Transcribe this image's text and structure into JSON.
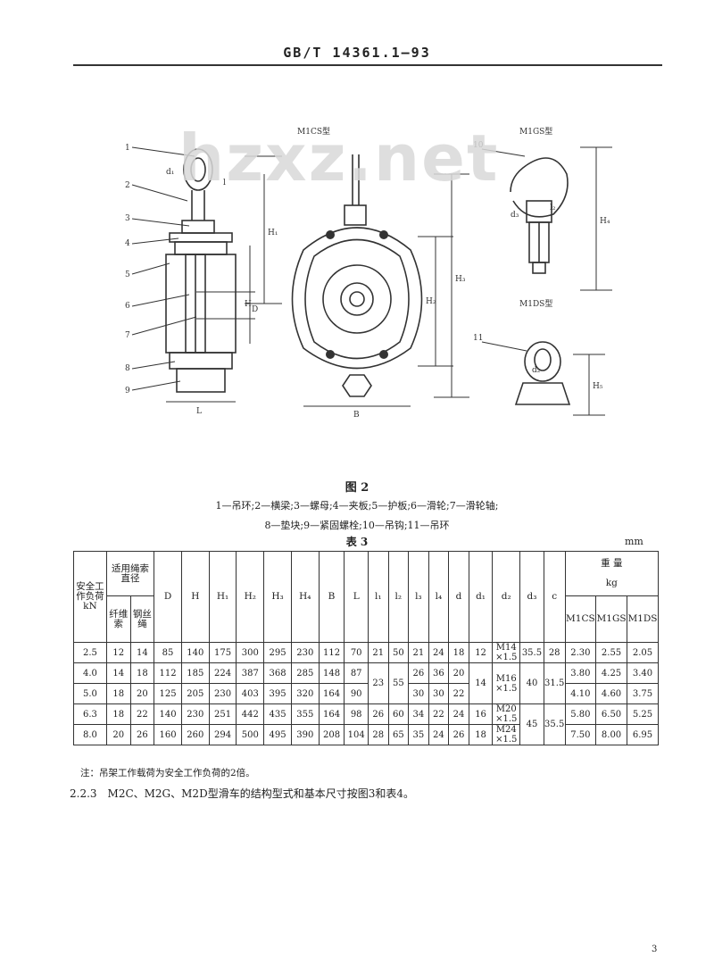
{
  "header": {
    "code": "GB/T 14361.1—93"
  },
  "watermark": "hzxz.net",
  "figure": {
    "labels": {
      "m1cs": "M1CS型",
      "m1gs": "M1GS型",
      "m1ds": "M1DS型",
      "parts": [
        "1",
        "2",
        "3",
        "4",
        "5",
        "6",
        "7",
        "8",
        "9",
        "10",
        "11"
      ],
      "dims": {
        "d1": "d₁",
        "l1": "l",
        "h1": "H₁",
        "h": "H",
        "d": "D",
        "l": "L",
        "b": "B",
        "h2": "H₂",
        "h3": "H₃",
        "d3": "d₃",
        "l2": "l₂",
        "d2": "d₂",
        "h4": "H₄",
        "h5": "H₅"
      }
    },
    "title": "图 2",
    "legend_line1": "1—吊环;2—横梁;3—螺母;4—夹板;5—护板;6—滑轮;7—滑轮轴;",
    "legend_line2": "8—垫块;9—紧固螺栓;10—吊钩;11—吊环"
  },
  "table": {
    "title": "表 3",
    "unit": "mm",
    "head": {
      "load": "安全工作负荷 kN",
      "rope": "适用绳索直径",
      "fiber": "纤维索",
      "wire": "钢丝绳",
      "cols": [
        "D",
        "H",
        "H₁",
        "H₂",
        "H₃",
        "H₄",
        "B",
        "L",
        "l₁",
        "l₂",
        "l₃",
        "l₄",
        "d",
        "d₁",
        "d₂",
        "d₃",
        "c"
      ],
      "weight": "重 量",
      "weight_unit": "kg",
      "weight_cols": [
        "M1CS",
        "M1GS",
        "M1DS"
      ]
    },
    "rows": [
      {
        "load": "2.5",
        "fiber": "12",
        "wire": "14",
        "D": "85",
        "H": "140",
        "H1": "175",
        "H2": "300",
        "H3": "295",
        "H4": "230",
        "B": "112",
        "L": "70",
        "l1": "21",
        "l2": "50",
        "l3": "21",
        "l4": "24",
        "d": "18",
        "d1": "12",
        "d2": "M14 ×1.5",
        "d3": "35.5",
        "c": "28",
        "w1": "2.30",
        "w2": "2.55",
        "w3": "2.05"
      },
      {
        "load": "4.0",
        "fiber": "14",
        "wire": "18",
        "D": "112",
        "H": "185",
        "H1": "224",
        "H2": "387",
        "H3": "368",
        "H4": "285",
        "B": "148",
        "L": "87",
        "l3": "26",
        "l4": "36",
        "d": "20",
        "w1": "3.80",
        "w2": "4.25",
        "w3": "3.40"
      },
      {
        "load": "5.0",
        "fiber": "18",
        "wire": "20",
        "D": "125",
        "H": "205",
        "H1": "230",
        "H2": "403",
        "H3": "395",
        "H4": "320",
        "B": "164",
        "L": "90",
        "l3": "30",
        "l4": "30",
        "d": "22",
        "w1": "4.10",
        "w2": "4.60",
        "w3": "3.75"
      },
      {
        "load": "6.3",
        "fiber": "18",
        "wire": "22",
        "D": "140",
        "H": "230",
        "H1": "251",
        "H2": "442",
        "H3": "435",
        "H4": "355",
        "B": "164",
        "L": "98",
        "l1": "26",
        "l2": "60",
        "l3": "34",
        "l4": "22",
        "d": "24",
        "d1": "16",
        "d2": "M20 ×1.5",
        "w1": "5.80",
        "w2": "6.50",
        "w3": "5.25"
      },
      {
        "load": "8.0",
        "fiber": "20",
        "wire": "26",
        "D": "160",
        "H": "260",
        "H1": "294",
        "H2": "500",
        "H3": "495",
        "H4": "390",
        "B": "208",
        "L": "104",
        "l1": "28",
        "l2": "65",
        "l3": "35",
        "l4": "24",
        "d": "26",
        "d1": "18",
        "d2": "M24 ×1.5",
        "w1": "7.50",
        "w2": "8.00",
        "w3": "6.95"
      }
    ],
    "merged": {
      "l1_r23": "23",
      "l2_r23": "55",
      "d1_r23": "14",
      "d2_r23": "M16 ×1.5",
      "d3_r23": "40",
      "c_r23": "31.5",
      "d3_r45": "45",
      "c_r45": "35.5"
    },
    "note": "注：吊架工作载荷为安全工作负荷的2倍。"
  },
  "paragraph": "2.2.3　M2C、M2G、M2D型滑车的结构型式和基本尺寸按图3和表4。",
  "page_number": "3"
}
